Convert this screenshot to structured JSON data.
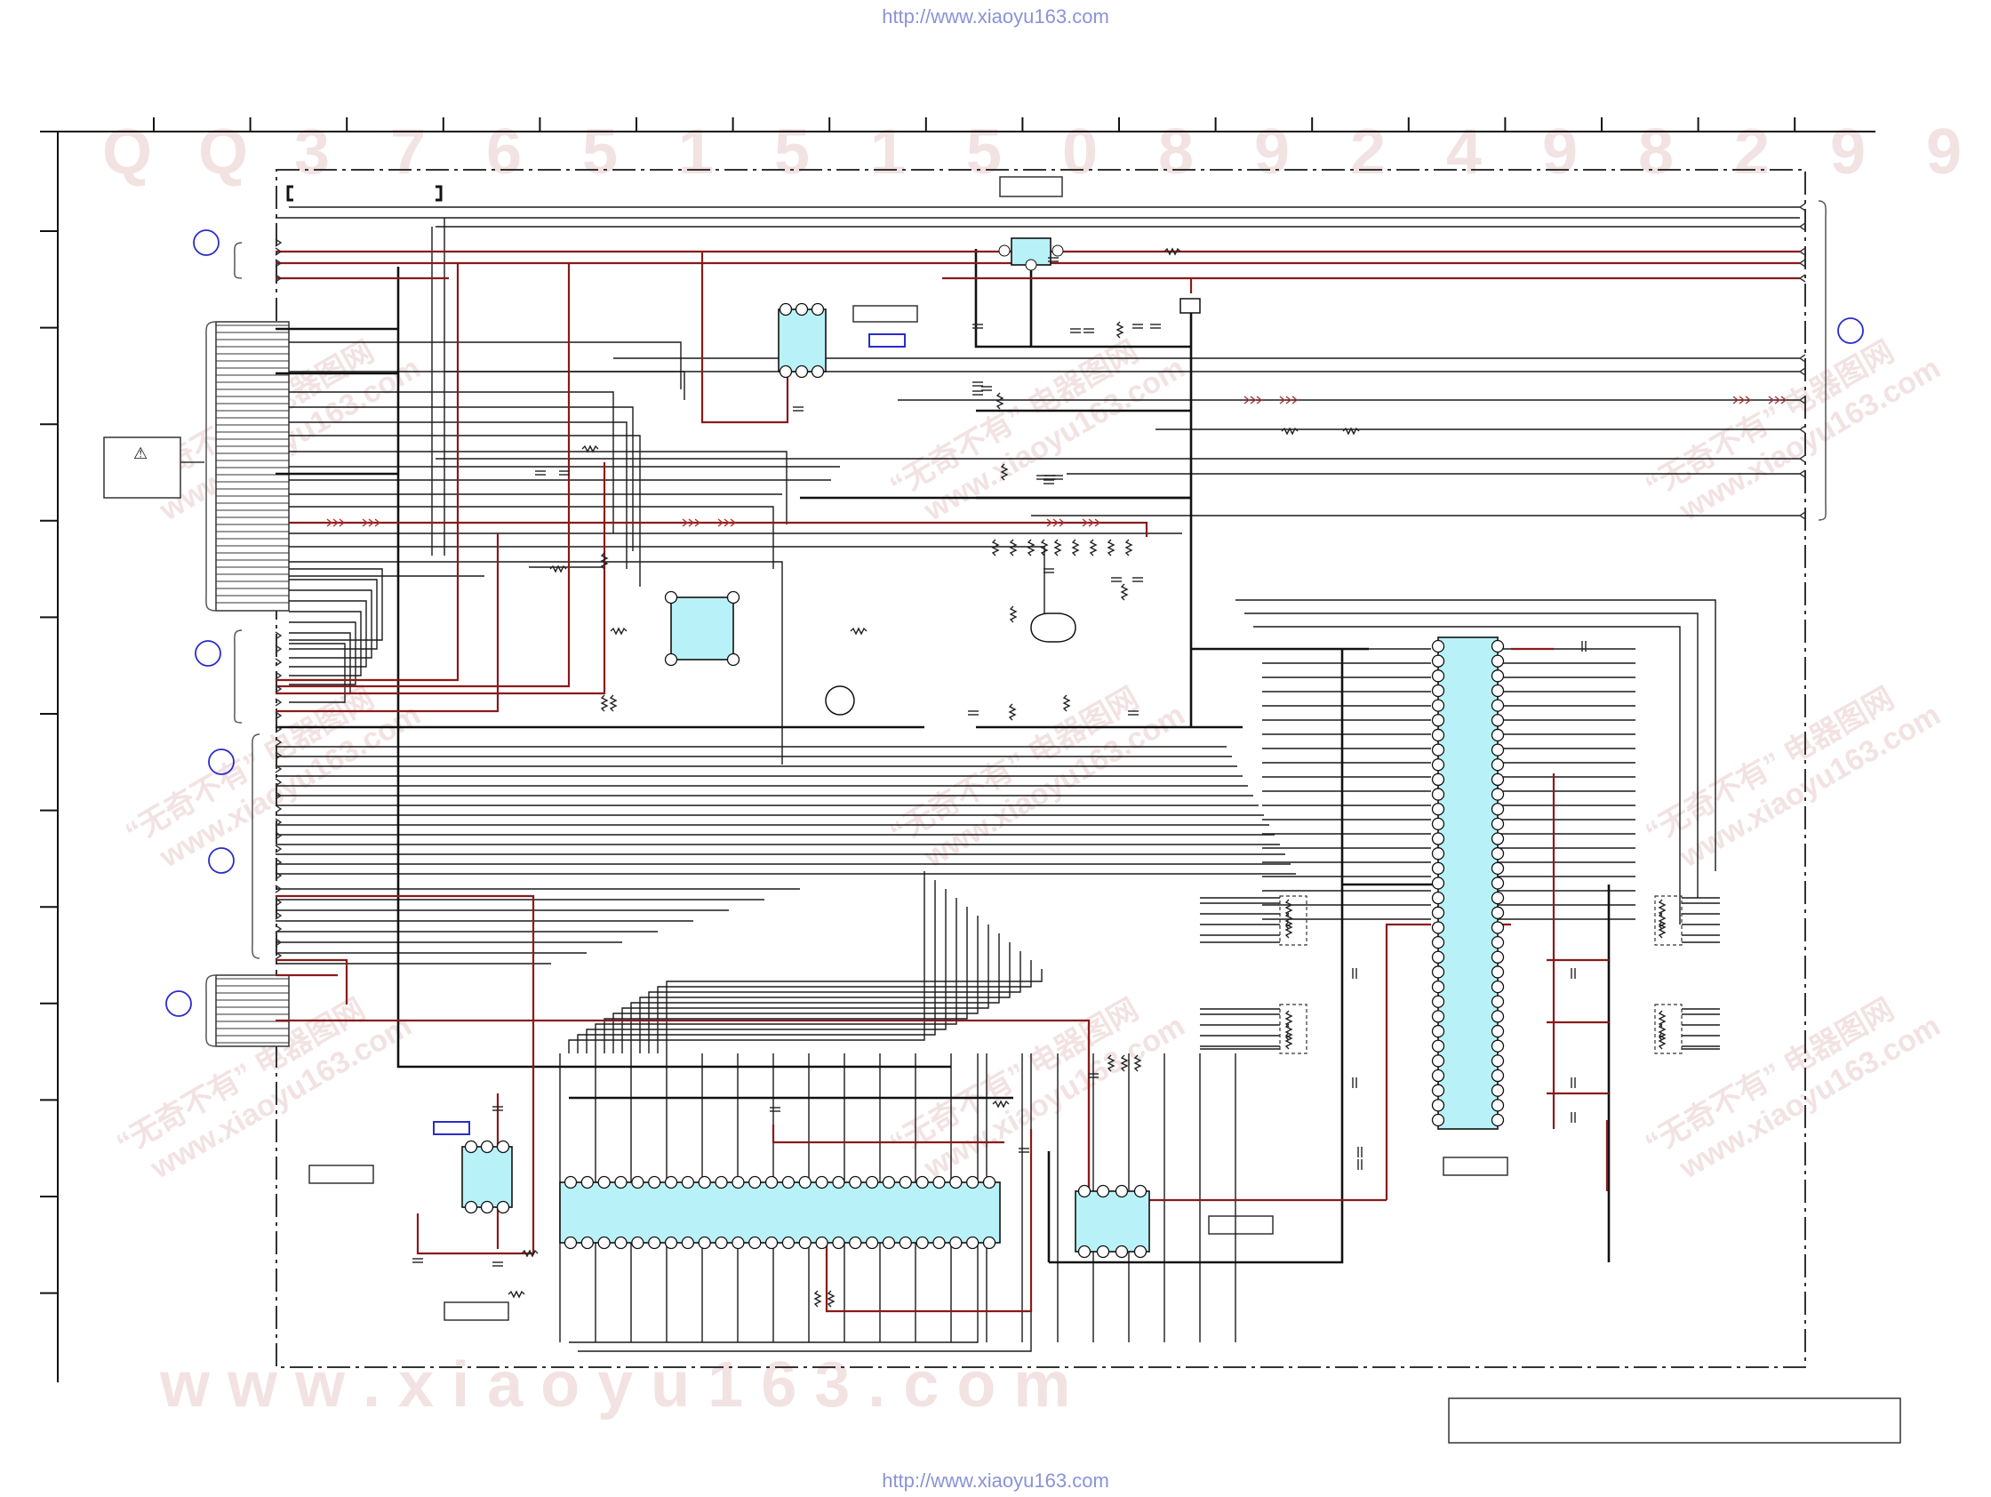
{
  "header": {
    "source_url": "http://www.xiaoyu163.com"
  },
  "footer": {
    "source_url": "http://www.xiaoyu163.com"
  },
  "watermarks": {
    "top_digits": [
      "Q",
      "Q",
      "3",
      "7",
      "6",
      "5",
      "1",
      "5",
      "1",
      "5",
      "0",
      "8",
      "9",
      "2",
      "4",
      "9",
      "8",
      "2",
      "9",
      "9"
    ],
    "bottom_text": "w w w . x i a o y u 1 6 3 . c o m",
    "diagonal_cn": "“无奇不有” 电器图网",
    "diagonal_url": "www.xiaoyu163.com"
  },
  "symbols": {
    "warning": "⚠"
  },
  "colors": {
    "wire": "#1a1a1a",
    "power_line": "#8b1a1a",
    "ic_fill": "#b8f2f8",
    "connector_circle": "#2b2bcc",
    "frame_dash": "#333333",
    "watermark": "#f2e2e2"
  }
}
